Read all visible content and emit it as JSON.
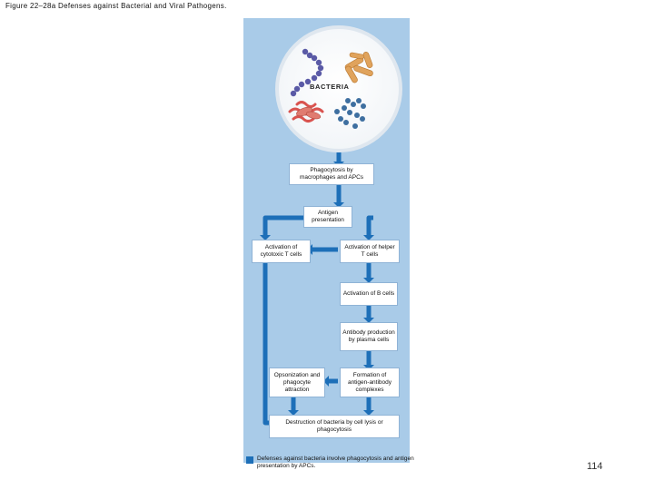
{
  "figure": {
    "title": "Figure 22–28a Defenses against Bacterial and Viral Pathogens."
  },
  "diagram": {
    "bacteria_label": "BACTERIA",
    "nodes": {
      "phagocytosis": "Phagocytosis by macrophages and APCs",
      "antigen_presentation": "Antigen presentation",
      "cytotoxic": "Activation of cytotoxic T cells",
      "helper": "Activation of helper T cells",
      "b_cells": "Activation of B cells",
      "antibody": "Antibody production by plasma cells",
      "opsonization": "Opsonization and phagocyte attraction",
      "complexes": "Formation of antigen-antibody complexes",
      "destruction": "Destruction of bacteria by cell lysis or phagocytosis"
    },
    "colors": {
      "panel": "#a9cbe8",
      "arrow": "#1d6fb8",
      "box_border": "#8fb3d6"
    }
  },
  "caption": {
    "icon": "square-bullet-icon",
    "text": "Defenses against bacteria involve phagocytosis and antigen presentation by APCs."
  },
  "page": {
    "number": "114"
  }
}
